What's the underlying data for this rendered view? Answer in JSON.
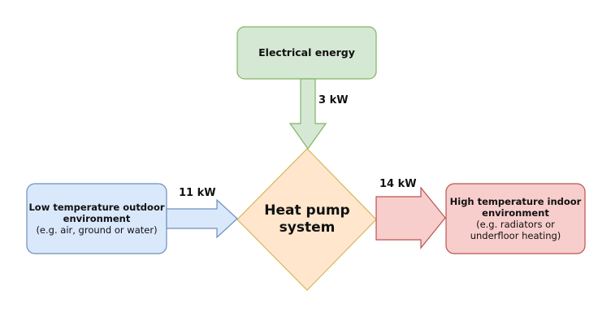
{
  "nodes": {
    "electrical": {
      "title": "Electrical energy",
      "fill": "#d5e8d4",
      "stroke": "#82b366"
    },
    "heat_pump": {
      "title_line1": "Heat pump",
      "title_line2": "system",
      "fill": "#ffe6cc",
      "stroke": "#d6b656"
    },
    "outdoor": {
      "title_line1": "Low temperature outdoor",
      "title_line2": "environment",
      "subtitle": "(e.g. air, ground or water)",
      "fill": "#dae8fc",
      "stroke": "#6c8ebf"
    },
    "indoor": {
      "title_line1": "High temperature indoor",
      "title_line2": "environment",
      "subtitle_line1": "(e.g. radiators or",
      "subtitle_line2": "underfloor heating)",
      "fill": "#f8cecc",
      "stroke": "#b85450"
    }
  },
  "flows": {
    "electrical_to_pump": {
      "label": "3 kW"
    },
    "outdoor_to_pump": {
      "label": "11 kW"
    },
    "pump_to_indoor": {
      "label": "14 kW"
    }
  }
}
